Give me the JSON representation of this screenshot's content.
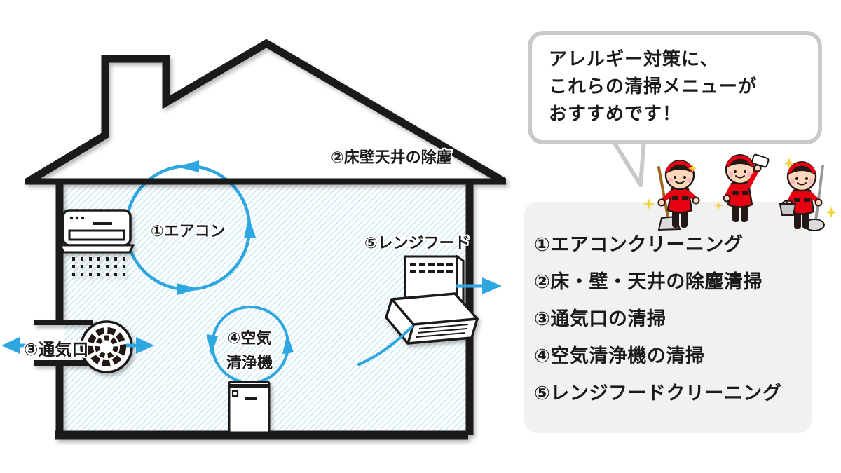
{
  "diagram": {
    "title_context": "house-cleaning-airflow-diagram",
    "labels": {
      "ac": "①エアコン",
      "dust": "②床壁天井の除塵",
      "vent": "③通気口",
      "purifier_line1": "④空気",
      "purifier_line2": "清浄機",
      "hood": "⑤レンジフード"
    },
    "icons": {
      "air_conditioner": "air-conditioner-icon",
      "vent_fan": "vent-fan-icon",
      "air_purifier": "air-purifier-icon",
      "range_hood": "range-hood-icon",
      "airflow_circle": "circulation-arrows-icon",
      "airflow_arrow": "airflow-arrow-icon",
      "sparkle": "sparkle-icon"
    },
    "colors": {
      "line_black": "#1a1a1a",
      "arrow_blue": "#2ea7e0",
      "hatch_blue": "#c7e7f7",
      "bubble_border_gray": "#c8c9ca",
      "menu_box_gray": "#f1f1f2",
      "uniform_red": "#e60012",
      "sparkle_yellow": "#f5d23c"
    }
  },
  "bubble": {
    "line1": "アレルギー対策に、",
    "line2": "これらの清掃メニューが",
    "line3": "おすすめです！"
  },
  "menu": {
    "items": [
      {
        "label": "①エアコンクリーニング"
      },
      {
        "label": "②床・壁・天井の除塵清掃"
      },
      {
        "label": "③通気口の清掃"
      },
      {
        "label": "④空気清浄機の清掃"
      },
      {
        "label": "⑤レンジフードクリーニング"
      }
    ]
  }
}
